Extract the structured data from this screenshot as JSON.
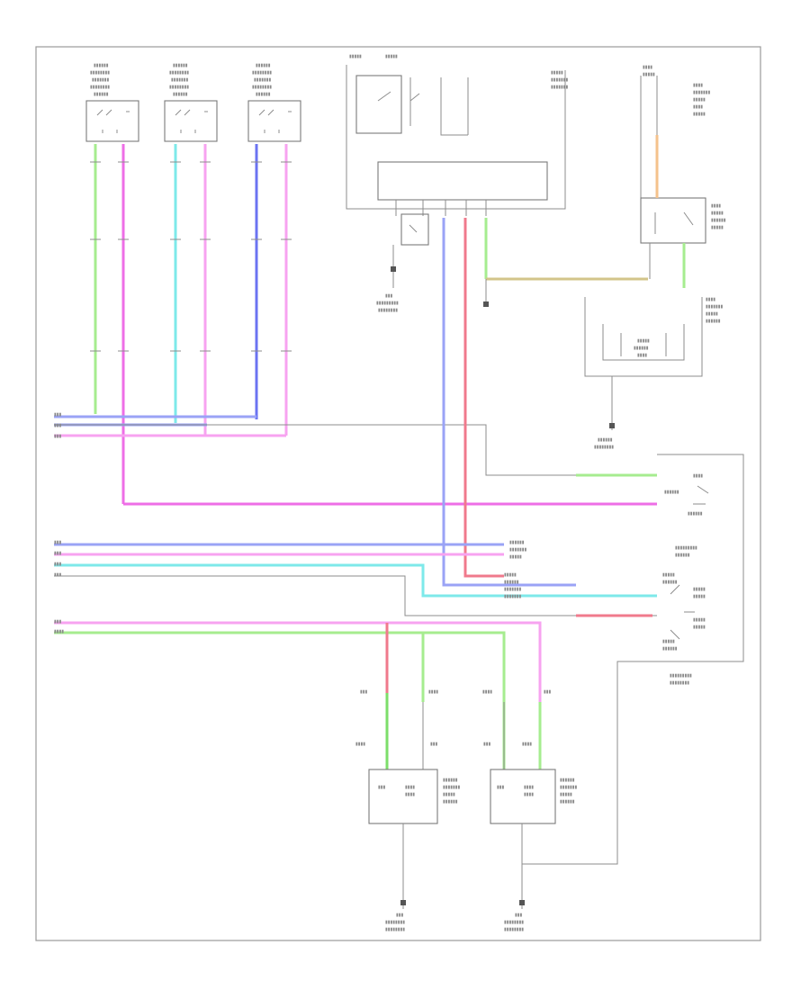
{
  "diagram_code": "",
  "colors": {
    "green": "#7dde6a",
    "light_green": "#a6ec8f",
    "magenta": "#ee6ee6",
    "pink": "#f7a3f0",
    "blue": "#6b73f2",
    "light_blue": "#9aa3f6",
    "cyan": "#7ee9ea",
    "red": "#f07a8c",
    "orange": "#f5c28c",
    "tan": "#d3c48a",
    "gray": "#b8b8b8",
    "black": "#444444"
  },
  "components": [
    {
      "id": "sensor-1"
    },
    {
      "id": "sensor-2"
    },
    {
      "id": "sensor-3"
    },
    {
      "id": "top-relay-block"
    },
    {
      "id": "right-fuse-relay"
    },
    {
      "id": "right-control-unit"
    },
    {
      "id": "right-switch-block"
    },
    {
      "id": "bottom-motor-left"
    },
    {
      "id": "bottom-motor-right"
    }
  ]
}
